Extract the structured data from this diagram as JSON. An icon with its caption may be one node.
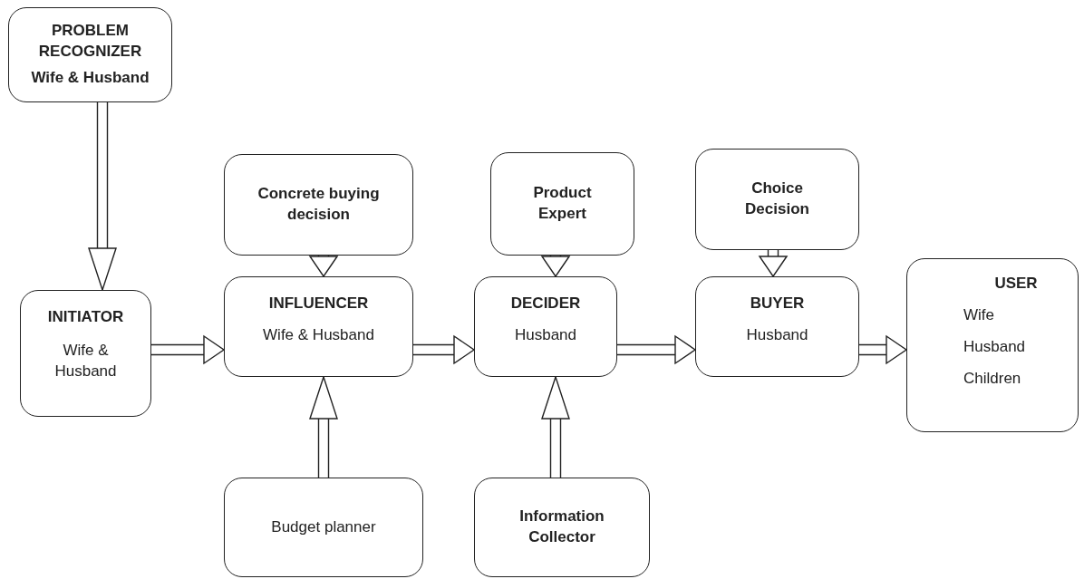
{
  "diagram": {
    "nodes": [
      {
        "text": [
          "PROBLEM RECOGNIZER",
          "Wife & Husband"
        ]
      },
      {
        "text": [
          "Concrete buying decision"
        ]
      },
      {
        "text": [
          "Product Expert"
        ]
      },
      {
        "text": [
          "Choice Decision"
        ]
      },
      {
        "text": [
          "INITIATOR",
          "Wife & Husband"
        ]
      },
      {
        "text": [
          "INFLUENCER",
          "Wife & Husband"
        ]
      },
      {
        "text": [
          "DECIDER",
          "Husband"
        ]
      },
      {
        "text": [
          "BUYER",
          "Husband"
        ]
      },
      {
        "text": [
          "USER",
          "Wife",
          "Husband",
          "Children"
        ]
      },
      {
        "text": [
          "Budget planner"
        ]
      },
      {
        "text": [
          "Information Collector"
        ]
      }
    ],
    "edges": [
      {
        "from": 0,
        "to": 4,
        "arrow": "to"
      },
      {
        "from": 1,
        "to": 5,
        "arrow": "to"
      },
      {
        "from": 2,
        "to": 6,
        "arrow": "to"
      },
      {
        "from": 3,
        "to": 7,
        "arrow": "to"
      },
      {
        "from": 4,
        "to": 5,
        "arrow": "to"
      },
      {
        "from": 5,
        "to": 6,
        "arrow": "to"
      },
      {
        "from": 6,
        "to": 7,
        "arrow": "to"
      },
      {
        "from": 7,
        "to": 8,
        "arrow": "to"
      },
      {
        "from": 9,
        "to": 5,
        "arrow": "to"
      },
      {
        "from": 10,
        "to": 6,
        "arrow": "to"
      }
    ]
  }
}
